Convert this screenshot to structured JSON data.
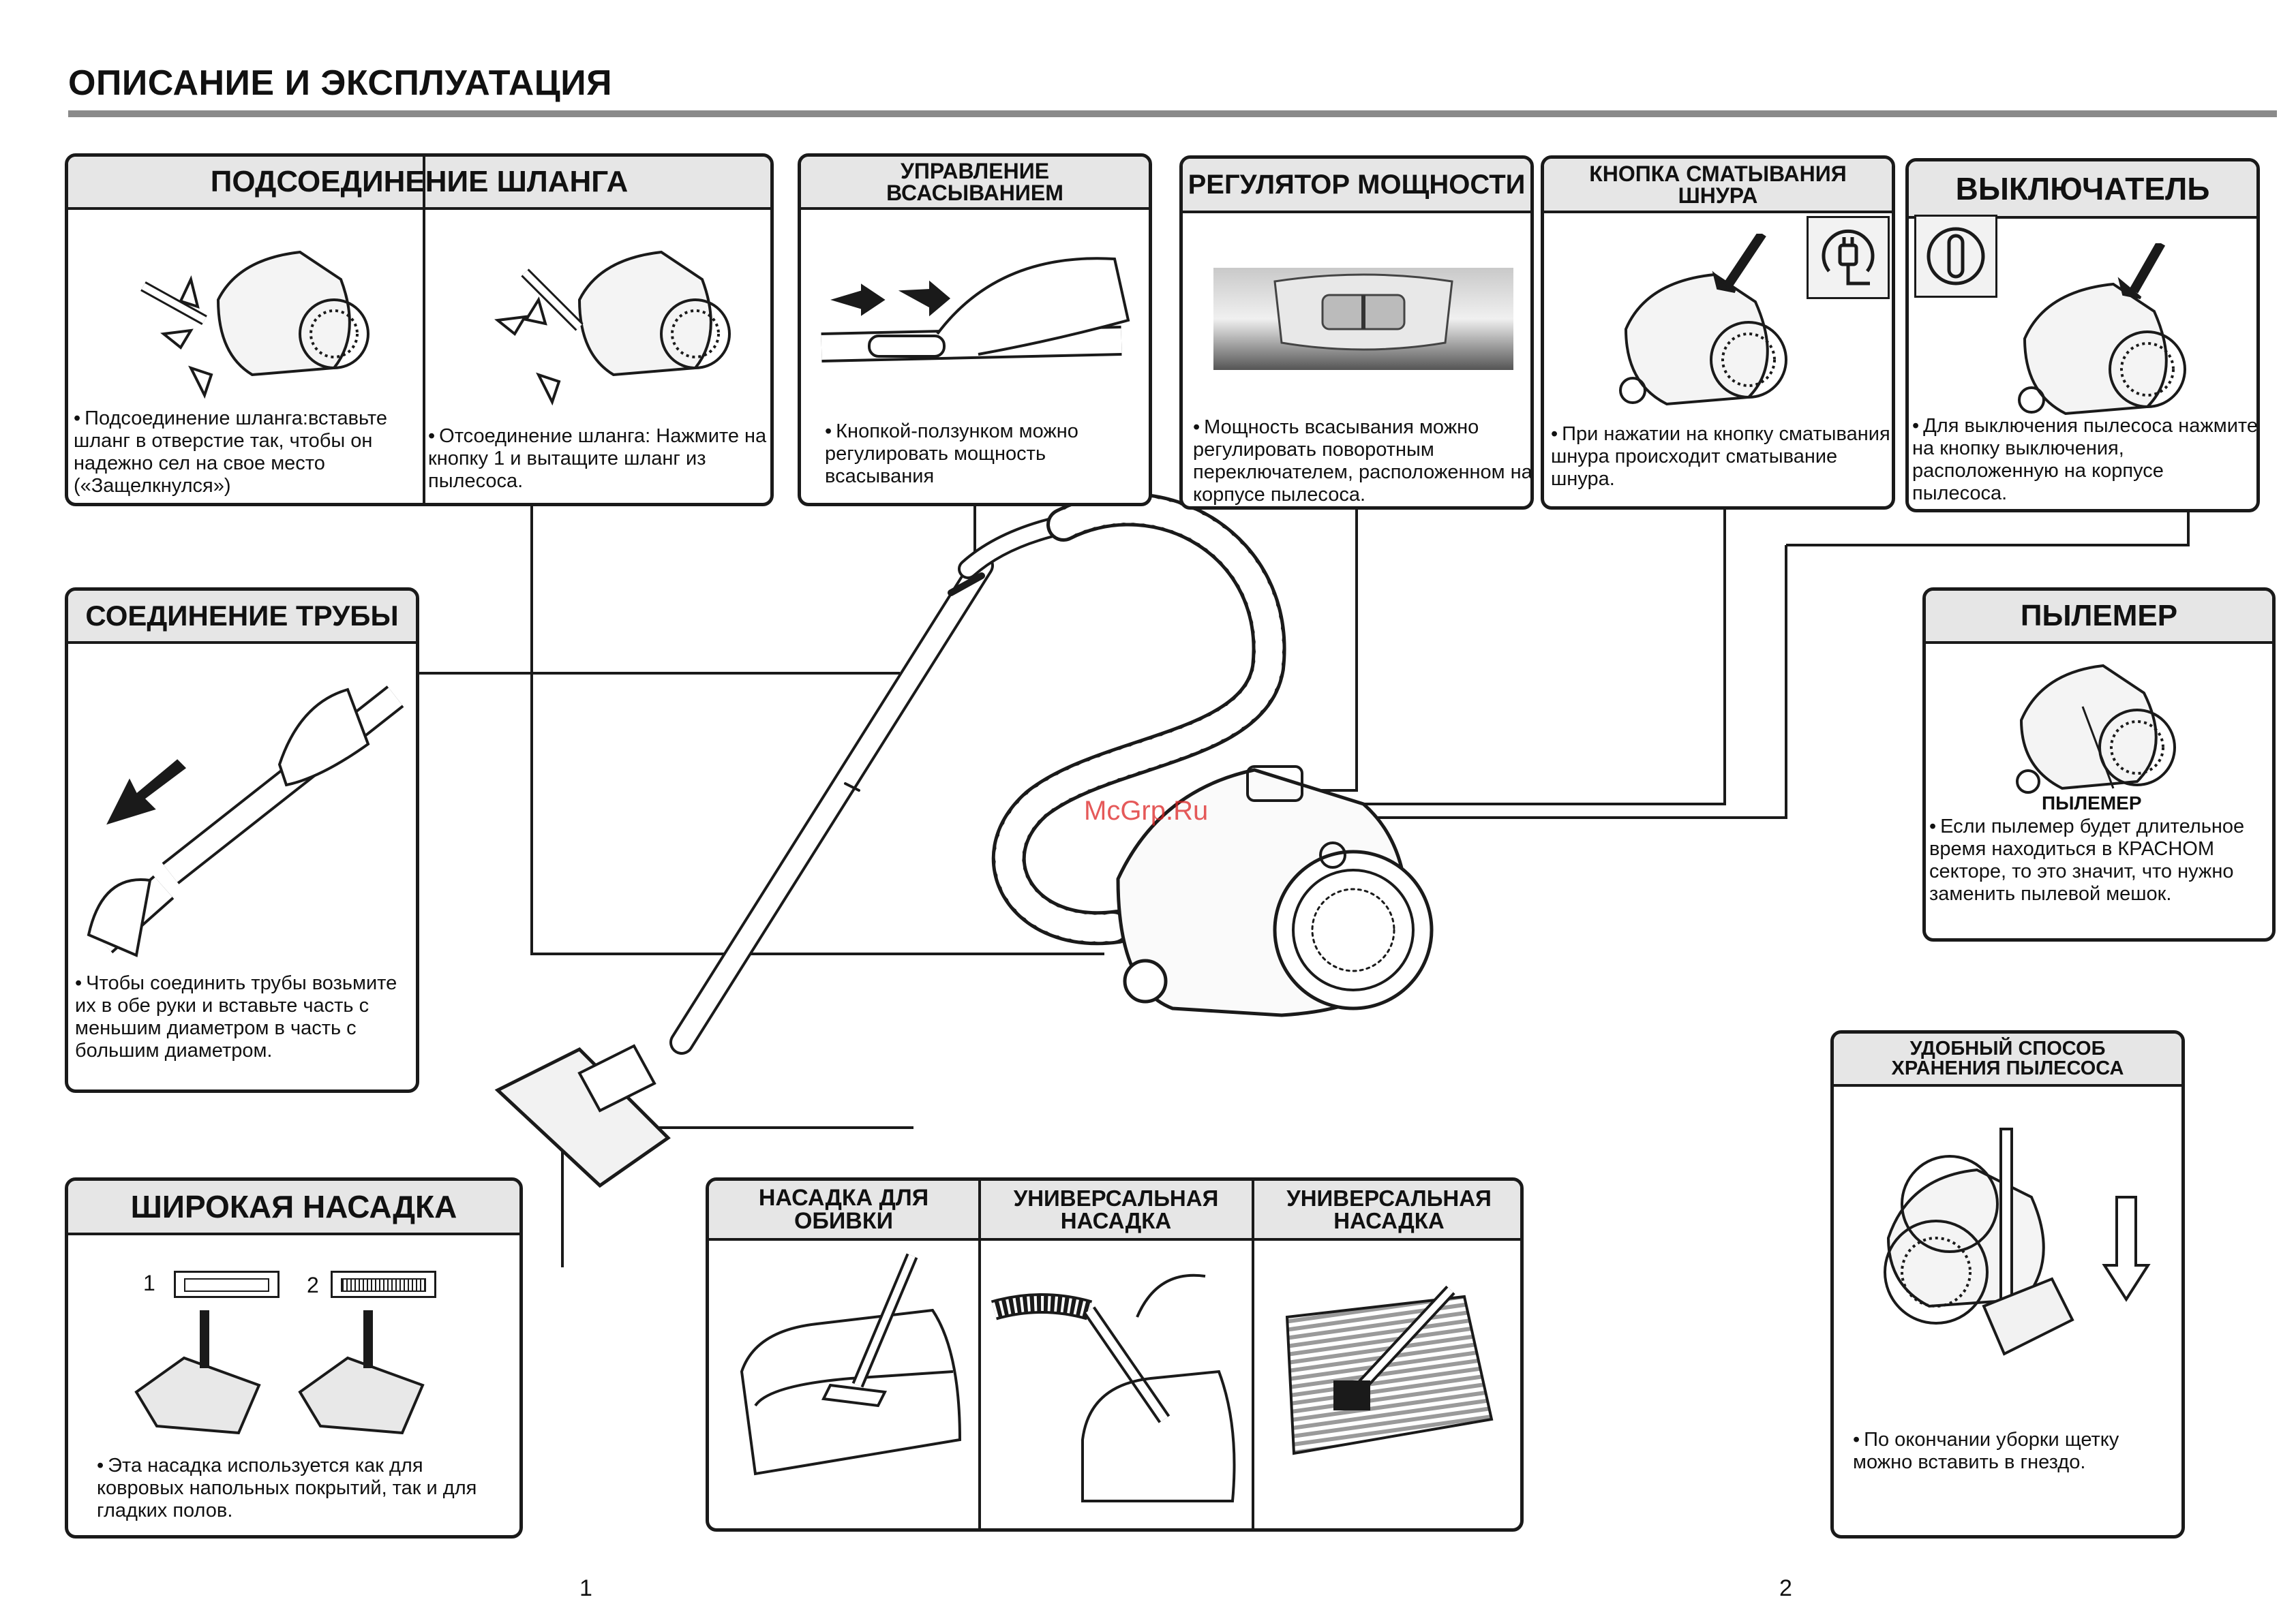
{
  "page_title": "ОПИСАНИЕ И ЭКСПЛУАТАЦИЯ",
  "hose_connection": {
    "title": "ПОДСОЕДИНЕНИЕ ШЛАНГА",
    "text_left": "Подсоединение шланга:вставьте шланг в отверстие так, чтобы он надежно сел на свое место («Защелкнулся»)",
    "text_right": "Отсоединение шланга: Нажмите на кнопку 1 и вытащите шланг из пылесоса."
  },
  "suction_control": {
    "title": "УПРАВЛЕНИЕ ВСАСЫВАНИЕМ",
    "text": "Кнопкой-ползунком можно регулировать мощность всасывания"
  },
  "power_regulator": {
    "title": "РЕГУЛЯТОР МОЩНОСТИ",
    "text": "Мощность всасывания можно регулировать поворотным переключателем, расположенном на корпусе пылесоса."
  },
  "cord_rewind": {
    "title": "КНОПКА СМАТЫВАНИЯ ШНУРА",
    "text": "При нажатии на кнопку сматывания шнура происходит сматывание шнура."
  },
  "switch": {
    "title": "ВЫКЛЮЧАТЕЛЬ",
    "text": "Для выключения пылесоса нажмите на кнопку выключения, расположенную на корпусе пылесоса."
  },
  "pipe_connection": {
    "title": "СОЕДИНЕНИЕ ТРУБЫ",
    "text": "Чтобы соединить трубы возьмите их в обе руки и вставьте часть с меньшим диаметром в часть с большим диаметром."
  },
  "dust_meter": {
    "title": "ПЫЛЕМЕР",
    "label": "ПЫЛЕМЕР",
    "text": "Если пылемер будет длительное время находиться в КРАСНОМ секторе, то это значит, что нужно заменить пылевой мешок."
  },
  "storage": {
    "title": "УДОБНЫЙ СПОСОБ ХРАНЕНИЯ ПЫЛЕСОСА",
    "text": "По окончании уборки щетку можно вставить в гнездо."
  },
  "wide_nozzle": {
    "title": "ШИРОКАЯ НАСАДКА",
    "label_1": "1",
    "label_2": "2",
    "text": "Эта насадка используется как для ковровых напольных покрытий, так и для гладких полов."
  },
  "nozzles": {
    "col1": "НАСАДКА ДЛЯ ОБИВКИ",
    "col2": "УНИВЕРСАЛЬНАЯ НАСАДКА",
    "col3": "УНИВЕРСАЛЬНАЯ НАСАДКА"
  },
  "watermark": "McGrp.Ru",
  "page_numbers": {
    "left": "1",
    "right": "2"
  }
}
